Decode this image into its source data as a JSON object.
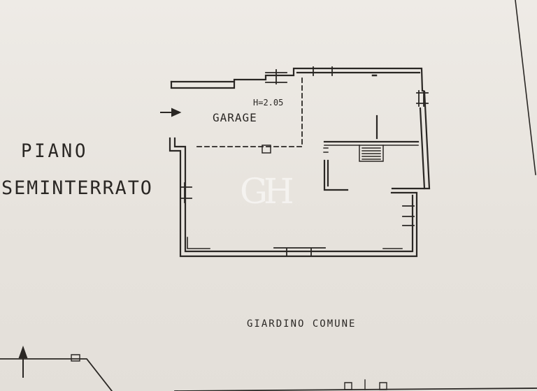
{
  "labels": {
    "floor_title_line1": "PIANO",
    "floor_title_line2": "SEMINTERRATO",
    "garage_room": "GARAGE",
    "garage_height": "H=2.05",
    "garden": "GIARDINO COMUNE"
  },
  "watermark": "GH",
  "colors": {
    "paper": "#e9e6e1",
    "ink": "#2a2724"
  },
  "icons": {
    "entrance_arrow": "arrow-right-icon",
    "north_arrow": "arrow-up-icon"
  }
}
